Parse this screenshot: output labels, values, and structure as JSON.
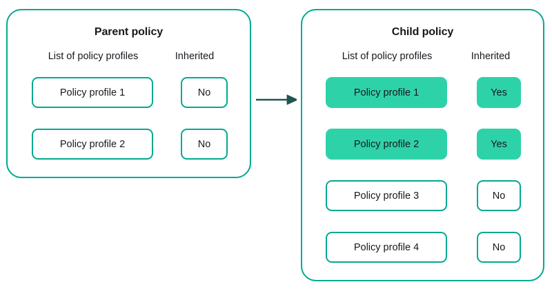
{
  "diagram": {
    "title_color": "#16181d",
    "accent_color": "#00a98f",
    "fill_color": "#2ed2a9",
    "arrow_color": "#1f5650",
    "arrow": {
      "name": "inheritance-arrow",
      "direction": "right"
    },
    "panels": [
      {
        "id": "parent",
        "title": "Parent policy",
        "columns": {
          "profiles": "List of policy profiles",
          "inherited": "Inherited"
        },
        "rows": [
          {
            "profile": "Policy profile 1",
            "inherited": "No",
            "highlighted": false
          },
          {
            "profile": "Policy profile 2",
            "inherited": "No",
            "highlighted": false
          }
        ]
      },
      {
        "id": "child",
        "title": "Child policy",
        "columns": {
          "profiles": "List of policy profiles",
          "inherited": "Inherited"
        },
        "rows": [
          {
            "profile": "Policy profile 1",
            "inherited": "Yes",
            "highlighted": true
          },
          {
            "profile": "Policy profile 2",
            "inherited": "Yes",
            "highlighted": true
          },
          {
            "profile": "Policy profile 3",
            "inherited": "No",
            "highlighted": false
          },
          {
            "profile": "Policy profile 4",
            "inherited": "No",
            "highlighted": false
          }
        ]
      }
    ]
  }
}
